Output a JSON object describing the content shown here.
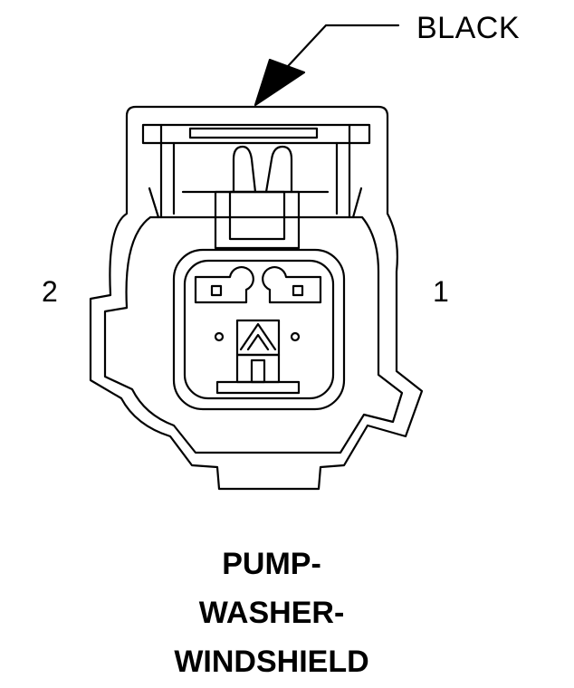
{
  "connector": {
    "color_label": "BLACK",
    "pin_labels": {
      "left": "2",
      "right": "1"
    },
    "caption_lines": [
      "PUMP-",
      "WASHER-",
      "WINDSHIELD"
    ]
  },
  "colors": {
    "stroke": "#000000",
    "background": "#ffffff"
  }
}
